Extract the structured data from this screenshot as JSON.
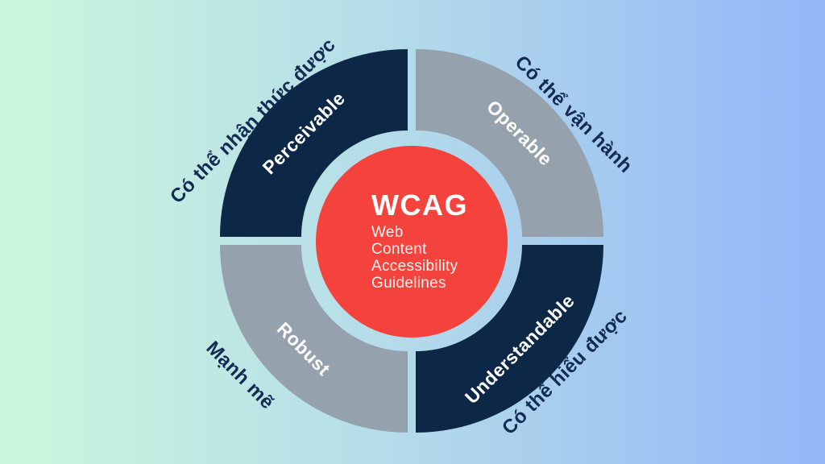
{
  "diagram": {
    "title_acronym": "WCAG",
    "center": {
      "acronym": "WCAG",
      "subtitle_lines": [
        "Web",
        "Content",
        "Accessibility",
        "Guidelines"
      ]
    },
    "segments": [
      {
        "label": "Perceivable",
        "outer_label": "Có thể nhận thức được",
        "position": "top-left",
        "color": "#0d2847"
      },
      {
        "label": "Operable",
        "outer_label": "Có thể vận hành",
        "position": "top-right",
        "color": "#96a1ae"
      },
      {
        "label": "Understandable",
        "outer_label": "Có thể hiểu được",
        "position": "bottom-right",
        "color": "#0d2847"
      },
      {
        "label": "Robust",
        "outer_label": "Mạnh mẽ",
        "position": "bottom-left",
        "color": "#96a1ae"
      }
    ],
    "colors": {
      "background_left": "#ccf7dc",
      "background_mid": "#b3daea",
      "background_right": "#93b6f8",
      "center_circle": "#f4423c",
      "segment_dark": "#0d2847",
      "segment_gray": "#96a1ae",
      "segment_label_text": "#ffffff",
      "outer_label_text": "#132b52",
      "center_text": "#ffffff"
    }
  }
}
